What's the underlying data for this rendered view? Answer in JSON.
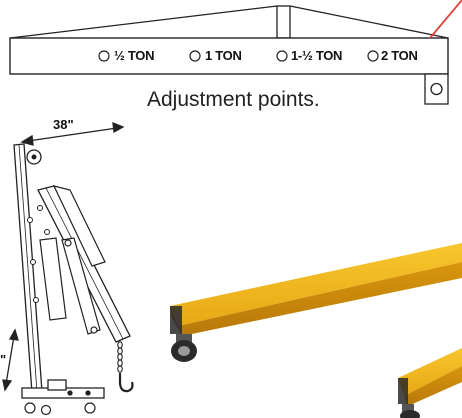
{
  "boom_diagram": {
    "capacity_labels": [
      "½ TON",
      "1 TON",
      "1-½ TON",
      "2 TON"
    ],
    "caption": "Adjustment points."
  },
  "crane_diagram": {
    "width_dimension": "38\"",
    "height_dimension": "\""
  },
  "colors": {
    "leg_yellow": "#f0b41c",
    "leg_shadow": "#c98a0a",
    "pointer_red": "#e0403a",
    "line": "#222222"
  }
}
